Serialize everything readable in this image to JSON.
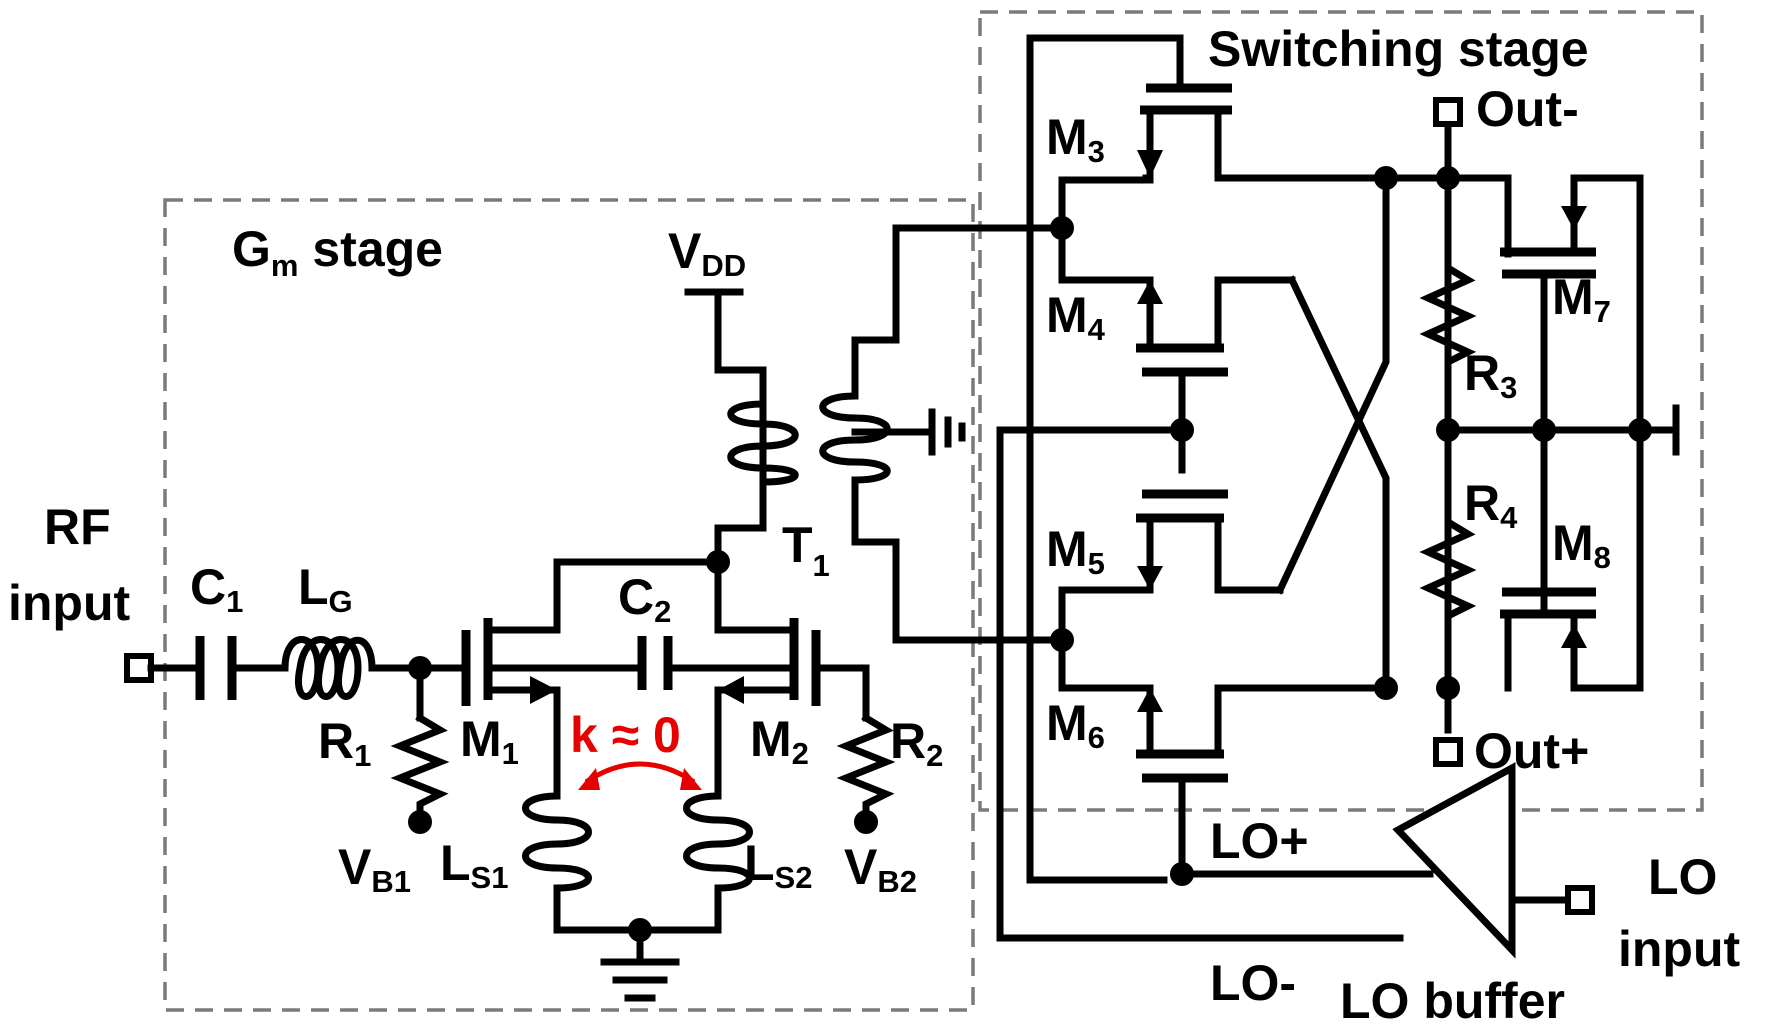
{
  "diagram": {
    "blocks": {
      "gm_stage": {
        "label_main": "G",
        "label_sub": "m",
        "label_rest": " stage"
      },
      "switching_stage": {
        "label": "Switching stage"
      },
      "lo_buffer": {
        "label": "LO buffer"
      }
    },
    "ports": {
      "rf_input": {
        "line1": "RF",
        "line2": "input"
      },
      "lo_input": {
        "line1": "LO",
        "line2": "input"
      },
      "out_minus": "Out-",
      "out_plus": "Out+"
    },
    "nets": {
      "lo_plus": "LO+",
      "lo_minus": "LO-"
    },
    "supply": {
      "main": "V",
      "sub": "DD"
    },
    "components": {
      "C1": {
        "main": "C",
        "sub": "1"
      },
      "LG": {
        "main": "L",
        "sub": "G"
      },
      "C2": {
        "main": "C",
        "sub": "2"
      },
      "R1": {
        "main": "R",
        "sub": "1"
      },
      "R2": {
        "main": "R",
        "sub": "2"
      },
      "R3": {
        "main": "R",
        "sub": "3"
      },
      "R4": {
        "main": "R",
        "sub": "4"
      },
      "M1": {
        "main": "M",
        "sub": "1"
      },
      "M2": {
        "main": "M",
        "sub": "2"
      },
      "M3": {
        "main": "M",
        "sub": "3"
      },
      "M4": {
        "main": "M",
        "sub": "4"
      },
      "M5": {
        "main": "M",
        "sub": "5"
      },
      "M6": {
        "main": "M",
        "sub": "6"
      },
      "M7": {
        "main": "M",
        "sub": "7"
      },
      "M8": {
        "main": "M",
        "sub": "8"
      },
      "T1": {
        "main": "T",
        "sub": "1"
      },
      "LS1": {
        "main": "L",
        "sub": "S1"
      },
      "LS2": {
        "main": "L",
        "sub": "S2"
      },
      "VB1": {
        "main": "V",
        "sub": "B1"
      },
      "VB2": {
        "main": "V",
        "sub": "B2"
      }
    },
    "coupling_note": "k ≈ 0",
    "colors": {
      "wire": "#000000",
      "block_border": "#7a7a7a",
      "coupling": "#e60000"
    }
  }
}
